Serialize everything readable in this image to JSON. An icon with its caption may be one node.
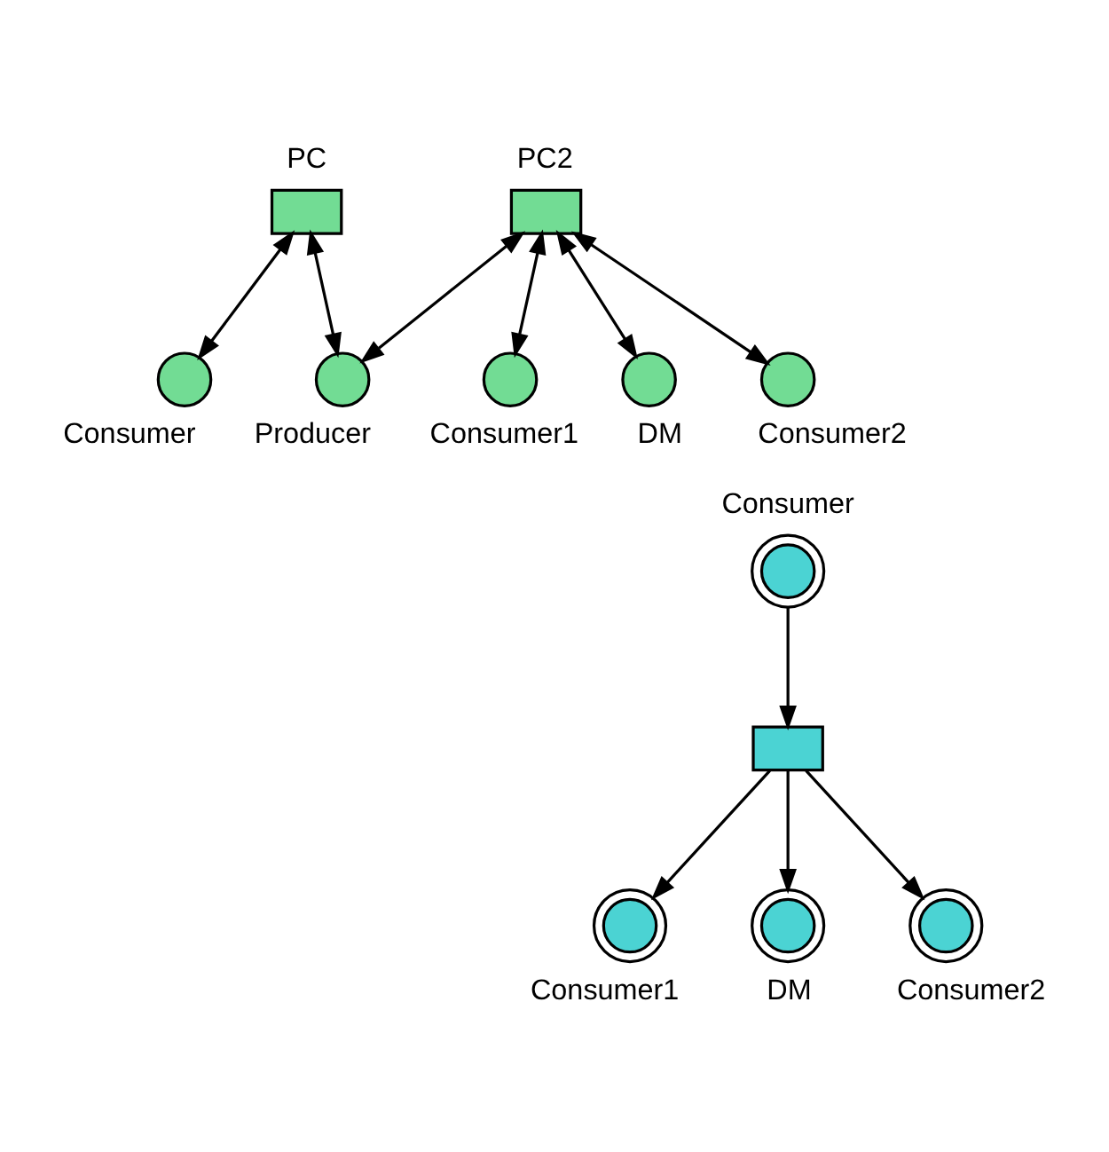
{
  "diagram": {
    "nodes": [
      {
        "text": [
          "PC"
        ]
      },
      {
        "text": [
          "PC2"
        ]
      },
      {
        "text": [
          "Consumer"
        ]
      },
      {
        "text": [
          "Producer"
        ]
      },
      {
        "text": [
          "Consumer1"
        ]
      },
      {
        "text": [
          "DM"
        ]
      },
      {
        "text": [
          "Consumer2"
        ]
      },
      {
        "text": [
          "Consumer"
        ]
      },
      {
        "text": [],
        "shape": "box"
      },
      {
        "text": [
          "Consumer1"
        ]
      },
      {
        "text": [
          "DM"
        ]
      },
      {
        "text": [
          "Consumer2"
        ]
      }
    ],
    "edges": [
      {
        "from": 0,
        "to": 2,
        "arrow": "both"
      },
      {
        "from": 0,
        "to": 3,
        "arrow": "both"
      },
      {
        "from": 1,
        "to": 3,
        "arrow": "both"
      },
      {
        "from": 1,
        "to": 4,
        "arrow": "both"
      },
      {
        "from": 1,
        "to": 5,
        "arrow": "both"
      },
      {
        "from": 1,
        "to": 6,
        "arrow": "both"
      },
      {
        "from": 7,
        "to": 8,
        "arrow": "to"
      },
      {
        "from": 8,
        "to": 9,
        "arrow": "to"
      },
      {
        "from": 8,
        "to": 10,
        "arrow": "to"
      },
      {
        "from": 8,
        "to": 11,
        "arrow": "to"
      }
    ]
  }
}
